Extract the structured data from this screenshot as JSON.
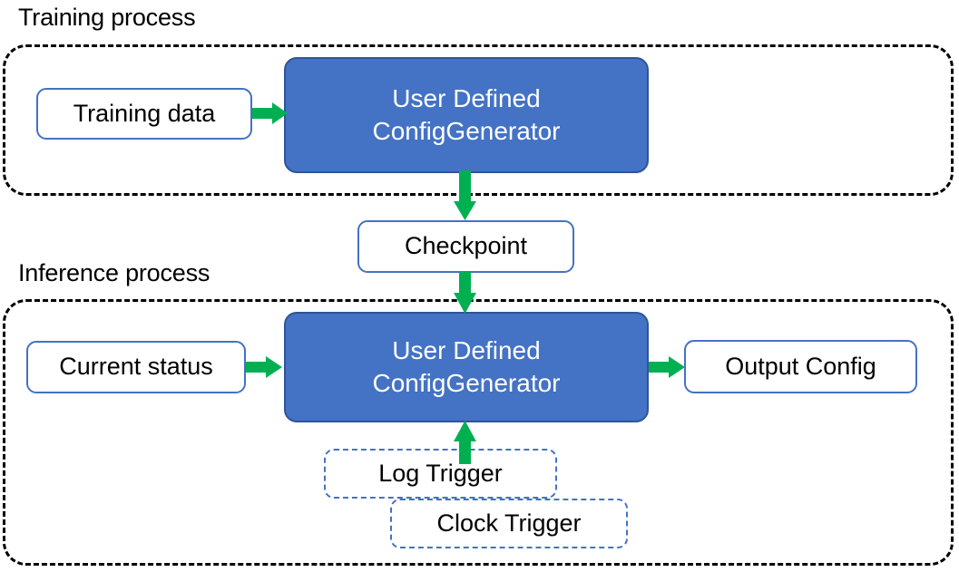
{
  "diagram": {
    "title_training": "Training process",
    "title_inference": "Inference process",
    "colors": {
      "accent_blue": "#4472C4",
      "accent_blue_border": "#2F5597",
      "arrow_green": "#00B050",
      "container_border": "#000000",
      "box_text": "#000000",
      "filled_box_text": "#FFFFFF",
      "background": "#FFFFFF"
    },
    "nodes": {
      "training_data": "Training data",
      "generator_training_line1": "User Defined",
      "generator_training_line2": "ConfigGenerator",
      "checkpoint": "Checkpoint",
      "current_status": "Current status",
      "generator_inference_line1": "User Defined",
      "generator_inference_line2": "ConfigGenerator",
      "output_config": "Output Config",
      "log_trigger": "Log Trigger",
      "clock_trigger": "Clock Trigger"
    },
    "arrows": [
      {
        "name": "training-data-to-generator",
        "from": "Training data",
        "to": "User Defined ConfigGenerator",
        "direction": "right"
      },
      {
        "name": "generator-to-checkpoint",
        "from": "User Defined ConfigGenerator",
        "to": "Checkpoint",
        "direction": "down"
      },
      {
        "name": "checkpoint-to-generator",
        "from": "Checkpoint",
        "to": "User Defined ConfigGenerator",
        "direction": "down"
      },
      {
        "name": "current-status-to-generator",
        "from": "Current status",
        "to": "User Defined ConfigGenerator",
        "direction": "right"
      },
      {
        "name": "generator-to-output-config",
        "from": "User Defined ConfigGenerator",
        "to": "Output Config",
        "direction": "right"
      },
      {
        "name": "trigger-to-generator",
        "from": "Log Trigger / Clock Trigger",
        "to": "User Defined ConfigGenerator",
        "direction": "up"
      }
    ]
  }
}
